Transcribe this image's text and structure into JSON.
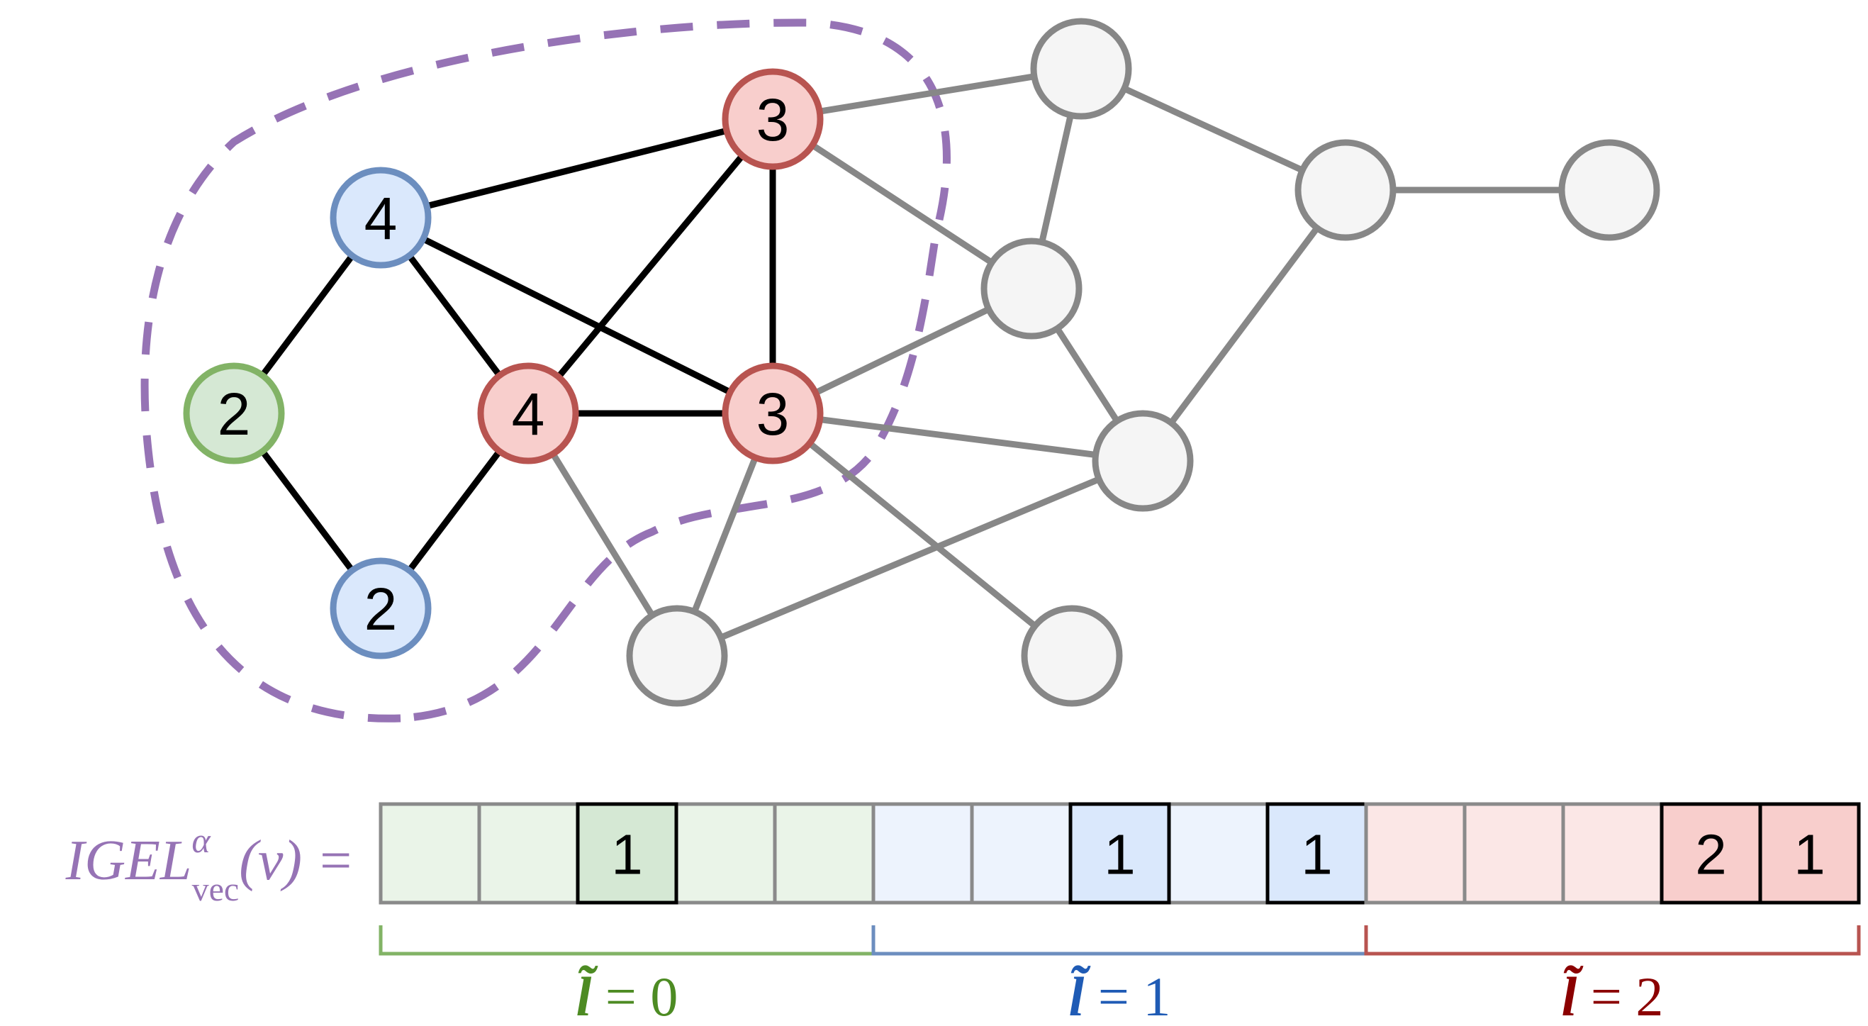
{
  "colors": {
    "edge_dark": "#000000",
    "edge_gray": "#878787",
    "dashed_region": "#9673b5",
    "green_stroke": "#82b366",
    "green_fill": "#d5e8d4",
    "green_fill_light": "#eaf4e8",
    "green_text": "#4d8b23",
    "blue_stroke": "#6c8ebf",
    "blue_fill": "#dae8fc",
    "blue_fill_light": "#edf3fd",
    "blue_text": "#1f5bb5",
    "red_stroke": "#b85450",
    "red_fill": "#f8cecc",
    "red_fill_light": "#fbe7e6",
    "red_text": "#8b0000",
    "gray_node_fill": "#f5f5f5",
    "gray_cell_stroke": "#8a8a8a"
  },
  "graph": {
    "nodes": [
      {
        "id": "a",
        "label": "2",
        "group": "green"
      },
      {
        "id": "b",
        "label": "4",
        "group": "blue"
      },
      {
        "id": "c",
        "label": "2",
        "group": "blue"
      },
      {
        "id": "d",
        "label": "4",
        "group": "red"
      },
      {
        "id": "e",
        "label": "3",
        "group": "red"
      },
      {
        "id": "f",
        "label": "3",
        "group": "red"
      },
      {
        "id": "g",
        "label": "",
        "group": "gray"
      },
      {
        "id": "h",
        "label": "",
        "group": "gray"
      },
      {
        "id": "i",
        "label": "",
        "group": "gray"
      },
      {
        "id": "j",
        "label": "",
        "group": "gray"
      },
      {
        "id": "k",
        "label": "",
        "group": "gray"
      },
      {
        "id": "l",
        "label": "",
        "group": "gray"
      },
      {
        "id": "m",
        "label": "",
        "group": "gray"
      },
      {
        "id": "n",
        "label": "",
        "group": "gray"
      }
    ],
    "edges": [
      [
        "a",
        "b",
        "dark"
      ],
      [
        "a",
        "c",
        "dark"
      ],
      [
        "b",
        "d",
        "dark"
      ],
      [
        "b",
        "e",
        "dark"
      ],
      [
        "b",
        "f",
        "dark"
      ],
      [
        "c",
        "d",
        "dark"
      ],
      [
        "d",
        "e",
        "dark"
      ],
      [
        "d",
        "f",
        "dark"
      ],
      [
        "e",
        "f",
        "dark"
      ],
      [
        "e",
        "h",
        "gray"
      ],
      [
        "e",
        "g",
        "gray"
      ],
      [
        "g",
        "h",
        "gray"
      ],
      [
        "g",
        "i",
        "gray"
      ],
      [
        "i",
        "j",
        "gray"
      ],
      [
        "i",
        "k",
        "gray"
      ],
      [
        "h",
        "k",
        "gray"
      ],
      [
        "f",
        "h",
        "gray"
      ],
      [
        "f",
        "k",
        "gray"
      ],
      [
        "f",
        "l",
        "gray"
      ],
      [
        "f",
        "m",
        "gray"
      ],
      [
        "d",
        "l",
        "gray"
      ],
      [
        "l",
        "k",
        "gray"
      ]
    ]
  },
  "equation": {
    "lhs_main": "IGEL",
    "lhs_sup": "α",
    "lhs_sub": "vec",
    "lhs_arg": "(v) ="
  },
  "vector": {
    "groups": [
      {
        "id": "l0",
        "color": "green",
        "label_l": "l̃",
        "label_rest": " = 0",
        "cells": [
          "",
          "",
          "1",
          "",
          ""
        ]
      },
      {
        "id": "l1",
        "color": "blue",
        "label_l": "l̃",
        "label_rest": " = 1",
        "cells": [
          "",
          "",
          "1",
          "",
          "1"
        ]
      },
      {
        "id": "l2",
        "color": "red",
        "label_l": "l̃",
        "label_rest": " = 2",
        "cells": [
          "",
          "",
          "",
          "2",
          "1"
        ]
      }
    ]
  }
}
